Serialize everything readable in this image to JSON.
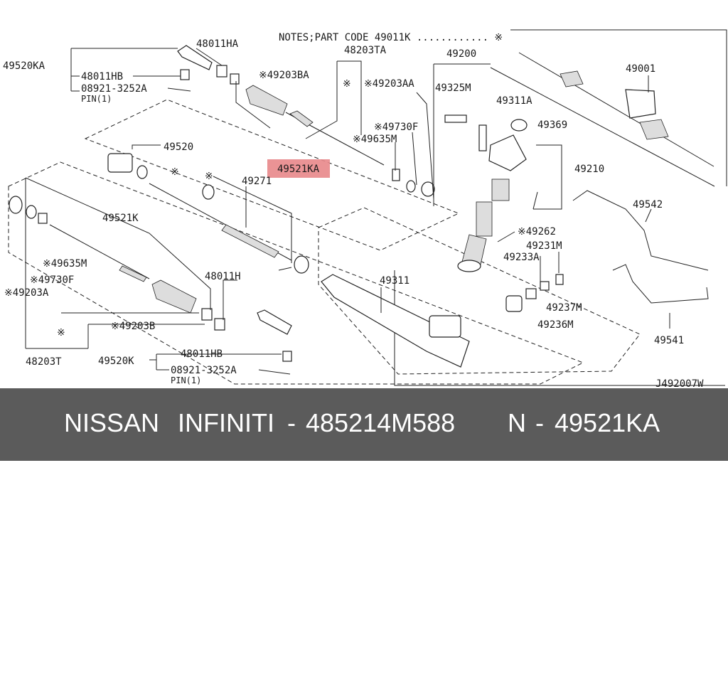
{
  "diagram": {
    "notes": "NOTES;PART CODE  49011K ............ ※",
    "figure_code": "J492007W",
    "labels": {
      "p49520KA_top": "49520KA",
      "p48011HA": "48011HA",
      "p48011HB_top": "48011HB",
      "p08921_top": "08921-3252A",
      "pin_top": "PIN(1)",
      "p48203TA": "48203TA",
      "p49203BA": "※49203BA",
      "p49203AA": "※49203AA",
      "p49730F_top": "※49730F",
      "p49635M_top": "※49635M",
      "p49521KA": "49521KA",
      "p49520": "49520",
      "star_1": "※",
      "star_2": "※",
      "star_3": "※",
      "star_4": "※",
      "p49271": "49271",
      "p49521K": "49521K",
      "p49635M_left": "※49635M",
      "p49730F_left": "※49730F",
      "p49203A": "※49203A",
      "p48011H": "48011H",
      "p49203B": "※49203B",
      "p48203T": "48203T",
      "p49520K": "49520K",
      "p48011HB_bot": "48011HB",
      "p08921_bot": "08921-3252A",
      "pin_bot": "PIN(1)",
      "p49200": "49200",
      "p49325M": "49325M",
      "p49311A": "49311A",
      "p49369": "49369",
      "p49210": "49210",
      "p49001": "49001",
      "p49262": "※49262",
      "p49231M": "49231M",
      "p49233A": "49233A",
      "p49237M": "49237M",
      "p49236M": "49236M",
      "p49311": "49311",
      "p49542": "49542",
      "p49541": "49541"
    },
    "highlight_color": "#e8878a"
  },
  "footer": {
    "brand_1": "NISSAN",
    "brand_2": "INFINITI",
    "dash_1": "-",
    "oem_number": "485214M588",
    "n_label": "N",
    "dash_2": "-",
    "part_number": "49521KA"
  }
}
